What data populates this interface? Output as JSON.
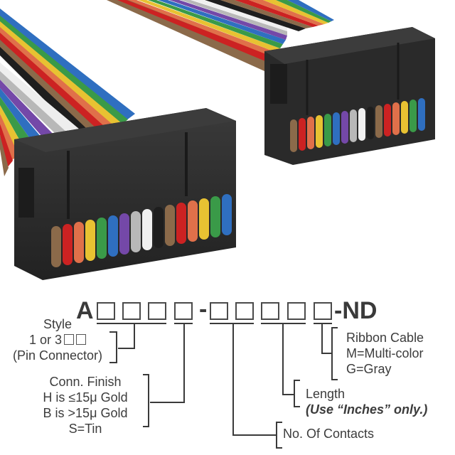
{
  "part_number": {
    "prefix": "A",
    "separator": "-",
    "suffix": "-ND",
    "group1_boxes": 4,
    "group2_boxes": 5
  },
  "labels": {
    "style": {
      "title": "Style",
      "line1": "1 or 3",
      "line2": "(Pin Connector)"
    },
    "finish": {
      "title": "Conn. Finish",
      "line1": "H is ≤15μ Gold",
      "line2": "B is >15μ Gold",
      "line3": "S=Tin"
    },
    "ribbon": {
      "title": "Ribbon Cable",
      "line1": "M=Multi-color",
      "line2": "G=Gray"
    },
    "length": {
      "title": "Length",
      "note": "(Use “Inches” only.)"
    },
    "contacts": {
      "title": "No. Of Contacts"
    }
  },
  "photo": {
    "subject": "ribbon cable assembly with two IDC socket connectors",
    "wire_colors": [
      "#8b6a4a",
      "#cc2222",
      "#e0704a",
      "#e8c232",
      "#3a9a48",
      "#2f6fc0",
      "#7448a8",
      "#b8b8b8",
      "#f0f0f0",
      "#1e1e1e",
      "#8b6a4a",
      "#cc2222",
      "#e0704a",
      "#e8c232",
      "#3a9a48",
      "#2f6fc0"
    ],
    "connector_color": "#2e2e2e"
  },
  "colors": {
    "text": "#3a3a3a",
    "line": "#3a3a3a",
    "background": "#ffffff"
  }
}
